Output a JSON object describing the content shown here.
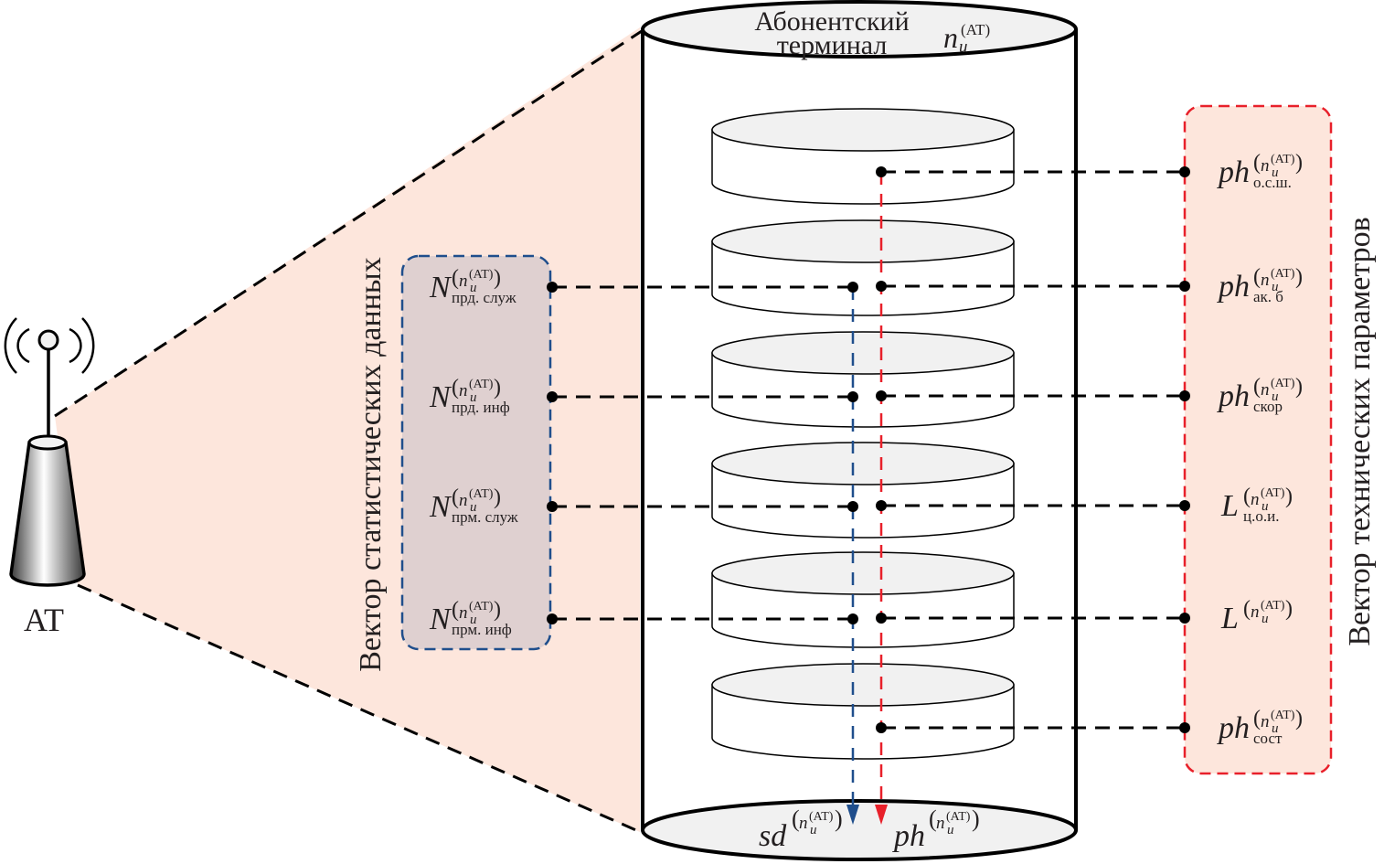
{
  "colors": {
    "projection_fill": "#fde6dc",
    "stat_box_fill": "#dfd0d0",
    "stat_box_border": "#1f4e8c",
    "param_box_fill": "#fde6dc",
    "param_box_border": "#e8202a",
    "disk_top_fill": "#f1f1f1",
    "blue_arrow": "#1f4e8c",
    "red_arrow": "#e8202a",
    "line": "#000000"
  },
  "device": {
    "label": "AT"
  },
  "cylinder": {
    "title_line1": "Абонентский",
    "title_line2": "терминал",
    "symbol": {
      "base": "n",
      "sub": "u",
      "sup": "(AT)"
    },
    "disk_count": 6
  },
  "stat_vector": {
    "label": "Вектор статистических данных",
    "items": [
      {
        "base": "N",
        "sub": "прд. служ"
      },
      {
        "base": "N",
        "sub": "прд. инф"
      },
      {
        "base": "N",
        "sub": "прм. служ"
      },
      {
        "base": "N",
        "sub": "прм. инф"
      }
    ],
    "sup_n": "n",
    "sup_u": "u",
    "sup_at": "(AT)"
  },
  "param_vector": {
    "label": "Вектор технических параметров",
    "items": [
      {
        "base": "ph",
        "sub": "о.с.ш."
      },
      {
        "base": "ph",
        "sub": "ак. б"
      },
      {
        "base": "ph",
        "sub": "скор"
      },
      {
        "base": "L",
        "sub": "ц.о.и."
      },
      {
        "base": "L",
        "sub": ""
      },
      {
        "base": "ph",
        "sub": "сост"
      }
    ],
    "sup_n": "n",
    "sup_u": "u",
    "sup_at": "(AT)"
  },
  "outputs": [
    {
      "base": "sd",
      "sup_n": "n",
      "sup_u": "u",
      "sup_at": "(AT)"
    },
    {
      "base": "ph",
      "sup_n": "n",
      "sup_u": "u",
      "sup_at": "(AT)"
    }
  ]
}
